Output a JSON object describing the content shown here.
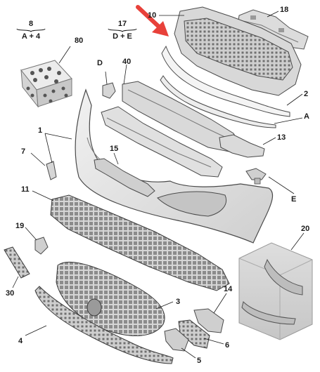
{
  "callouts": [
    {
      "id": "c1",
      "text": "1"
    },
    {
      "id": "c2",
      "text": "2"
    },
    {
      "id": "c3",
      "text": "3"
    },
    {
      "id": "c4",
      "text": "4"
    },
    {
      "id": "c5",
      "text": "5"
    },
    {
      "id": "c6",
      "text": "6"
    },
    {
      "id": "c7",
      "text": "7"
    },
    {
      "id": "c10",
      "text": "10"
    },
    {
      "id": "c11",
      "text": "11"
    },
    {
      "id": "c13",
      "text": "13"
    },
    {
      "id": "c14",
      "text": "14"
    },
    {
      "id": "c15",
      "text": "15"
    },
    {
      "id": "c18",
      "text": "18"
    },
    {
      "id": "c19",
      "text": "19"
    },
    {
      "id": "c20",
      "text": "20"
    },
    {
      "id": "c30",
      "text": "30"
    },
    {
      "id": "c40",
      "text": "40"
    },
    {
      "id": "c80",
      "text": "80"
    },
    {
      "id": "cA",
      "text": "A"
    },
    {
      "id": "cD",
      "text": "D"
    },
    {
      "id": "cE",
      "text": "E"
    }
  ],
  "kits": [
    {
      "id": "k8",
      "number": "8",
      "contents": "A + 4"
    },
    {
      "id": "k17",
      "number": "17",
      "contents": "D + E"
    }
  ],
  "colors": {
    "line": "#1a1a1a",
    "part_fill": "#e4e4e4",
    "part_stroke": "#4a4a4a",
    "highlight_arrow": "#e8413a"
  }
}
